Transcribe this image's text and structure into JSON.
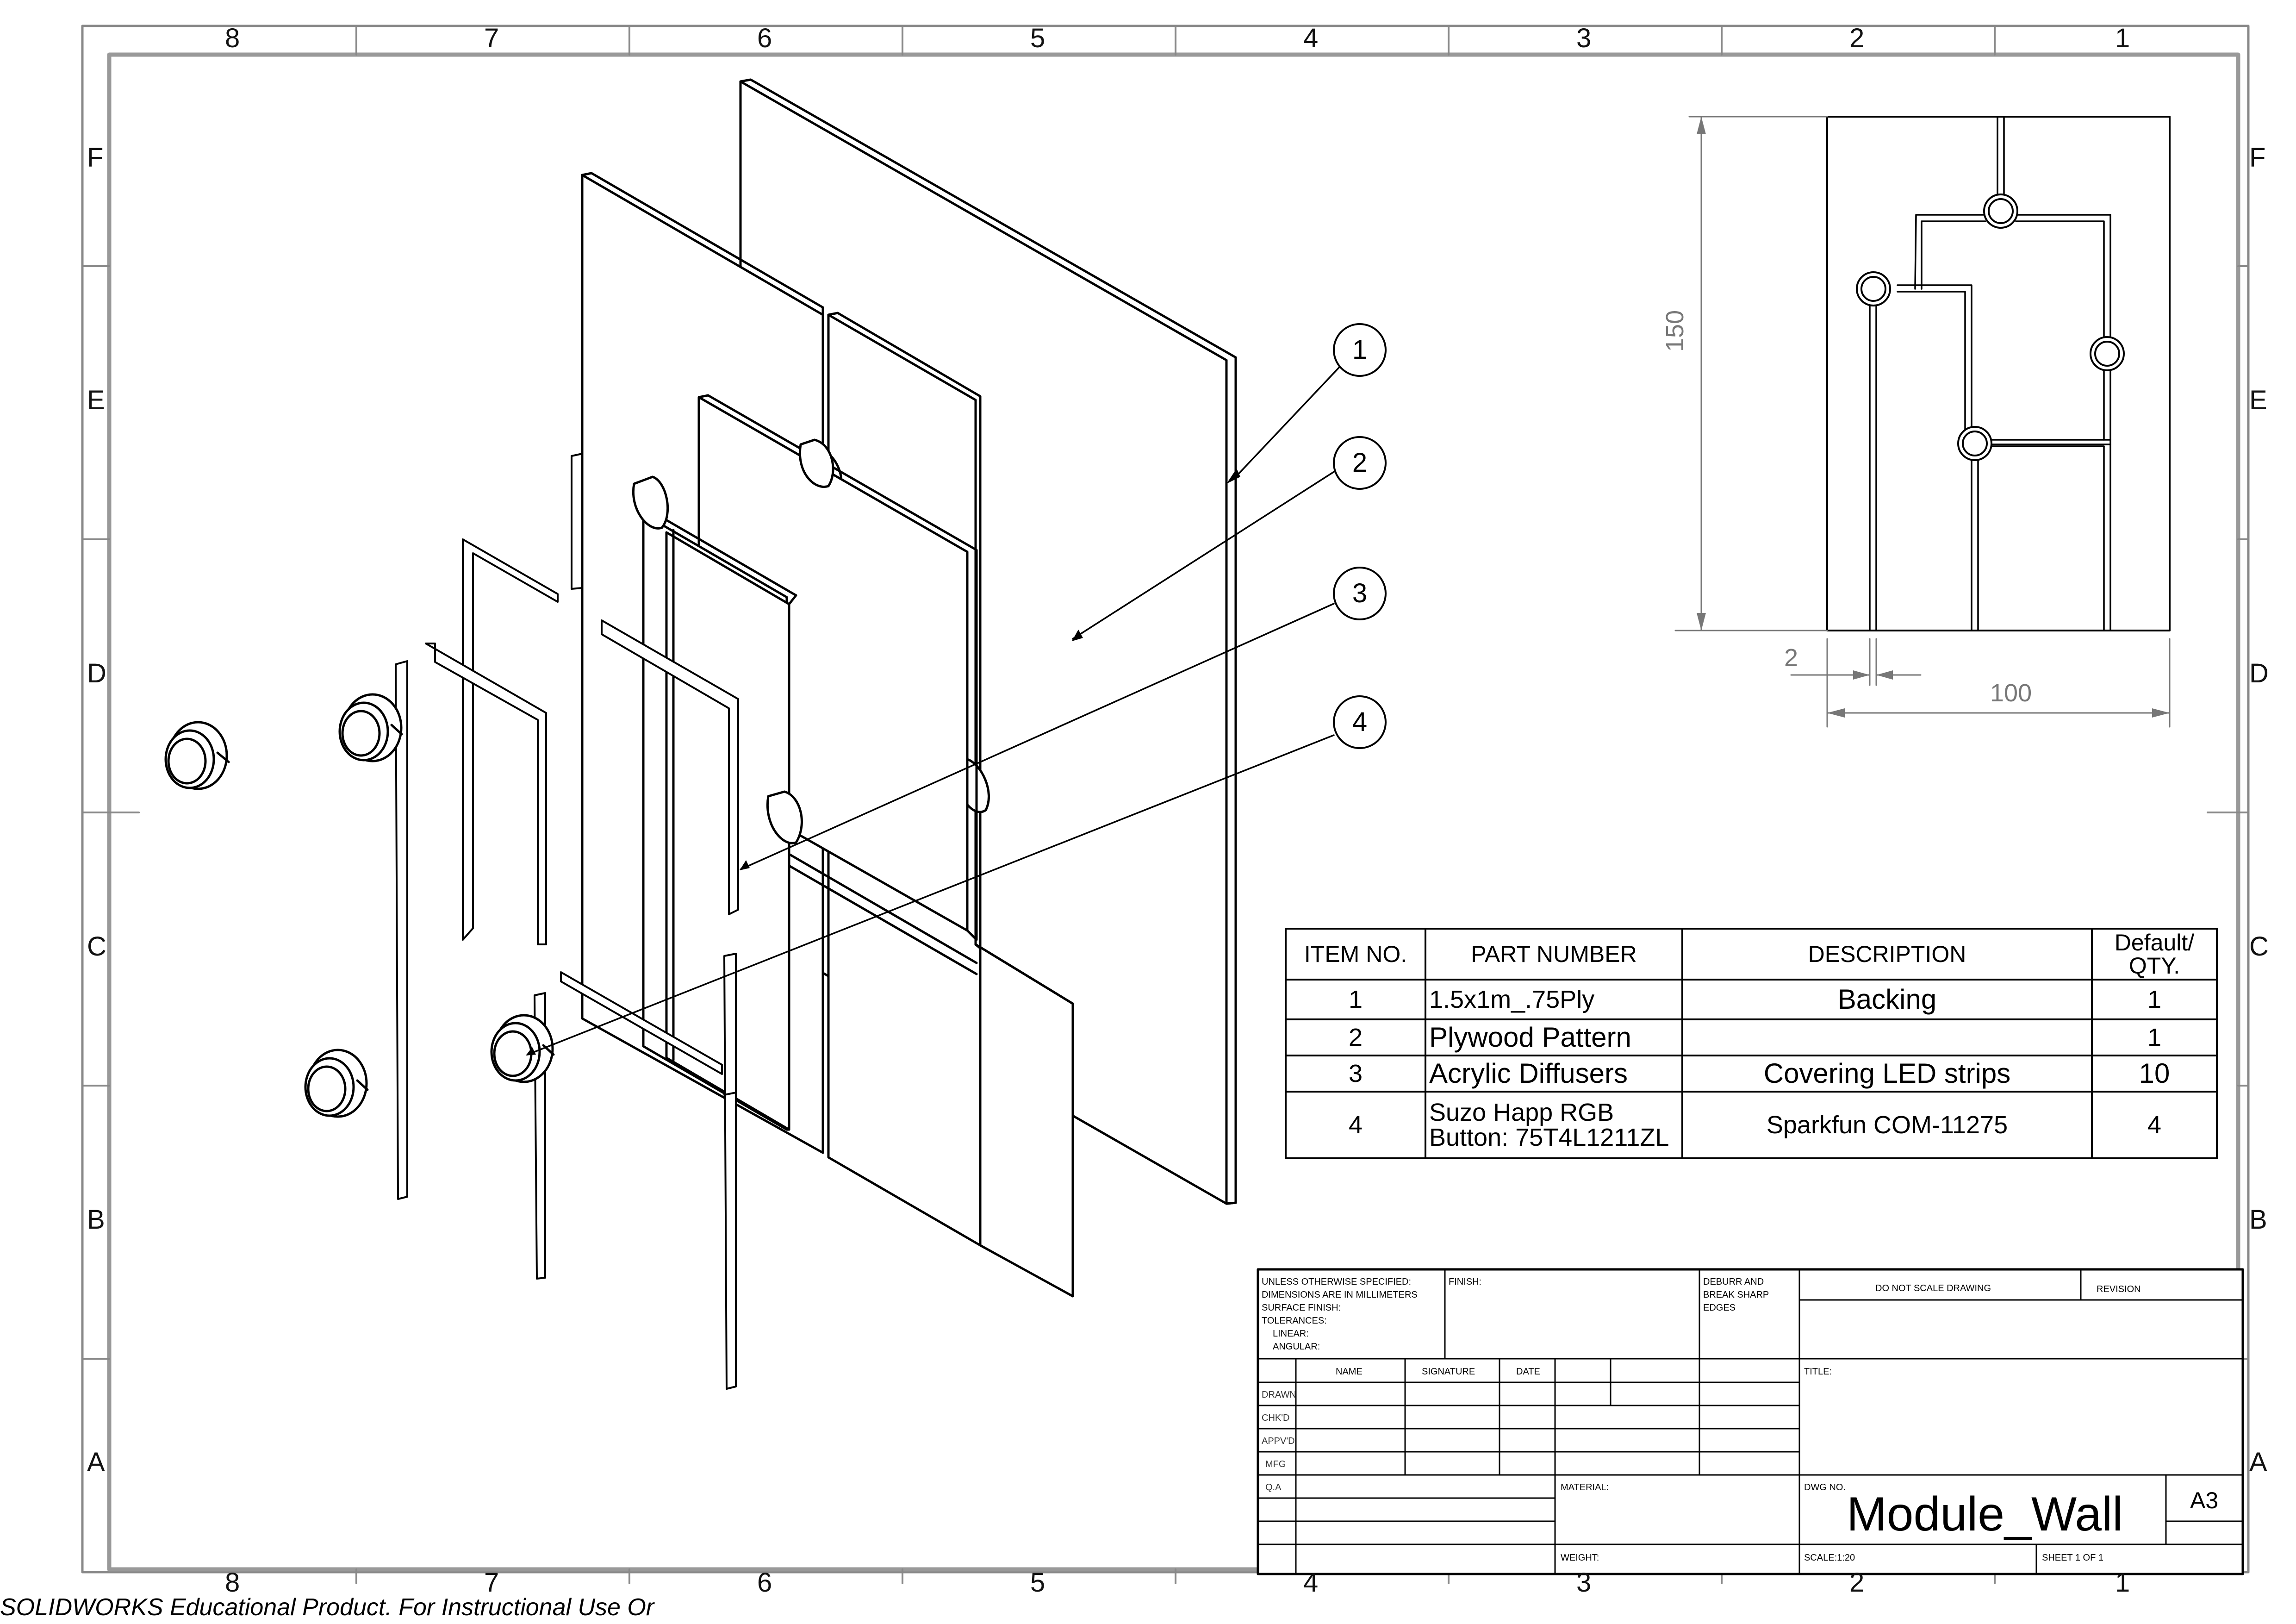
{
  "zones": {
    "columns": [
      "8",
      "7",
      "6",
      "5",
      "4",
      "3",
      "2",
      "1"
    ],
    "rows": [
      "F",
      "E",
      "D",
      "C",
      "B",
      "A"
    ]
  },
  "balloons": [
    "1",
    "2",
    "3",
    "4"
  ],
  "detail_view": {
    "height_dim": "150",
    "slot_dim": "2",
    "width_dim": "100"
  },
  "bom": {
    "headers": [
      "ITEM NO.",
      "PART NUMBER",
      "DESCRIPTION",
      "Default/ QTY."
    ],
    "rows": [
      {
        "item": "1",
        "part": "1.5x1m_.75Ply",
        "desc": "Backing",
        "qty": "1"
      },
      {
        "item": "2",
        "part": "Plywood Pattern",
        "desc": "",
        "qty": "1"
      },
      {
        "item": "3",
        "part": "Acrylic Diffusers",
        "desc": "Covering LED strips",
        "qty": "10"
      },
      {
        "item": "4",
        "part": "Suzo Happ RGB Button: 75T4L1211ZL",
        "desc": "Sparkfun COM-11275",
        "qty": "4"
      }
    ]
  },
  "title_block": {
    "unless_1": "UNLESS OTHERWISE SPECIFIED:",
    "unless_2": "DIMENSIONS ARE IN MILLIMETERS",
    "unless_3": "SURFACE FINISH:",
    "unless_4": "TOLERANCES:",
    "unless_5": "LINEAR:",
    "unless_6": "ANGULAR:",
    "finish": "FINISH:",
    "deburr_1": "DEBURR AND",
    "deburr_2": "BREAK SHARP",
    "deburr_3": "EDGES",
    "do_not_scale": "DO NOT SCALE DRAWING",
    "revision": "REVISION",
    "name": "NAME",
    "signature": "SIGNATURE",
    "date": "DATE",
    "title_label": "TITLE:",
    "drawn": "DRAWN",
    "chkd": "CHK'D",
    "appvd": "APPV'D",
    "mfg": "MFG",
    "qa": "Q.A",
    "material": "MATERIAL:",
    "weight": "WEIGHT:",
    "dwg_no_label": "DWG NO.",
    "dwg_no": "Module_Wall",
    "size": "A3",
    "scale": "SCALE:1:20",
    "sheet": "SHEET 1 OF 1"
  },
  "footer": "SOLIDWORKS Educational Product. For Instructional Use Or"
}
